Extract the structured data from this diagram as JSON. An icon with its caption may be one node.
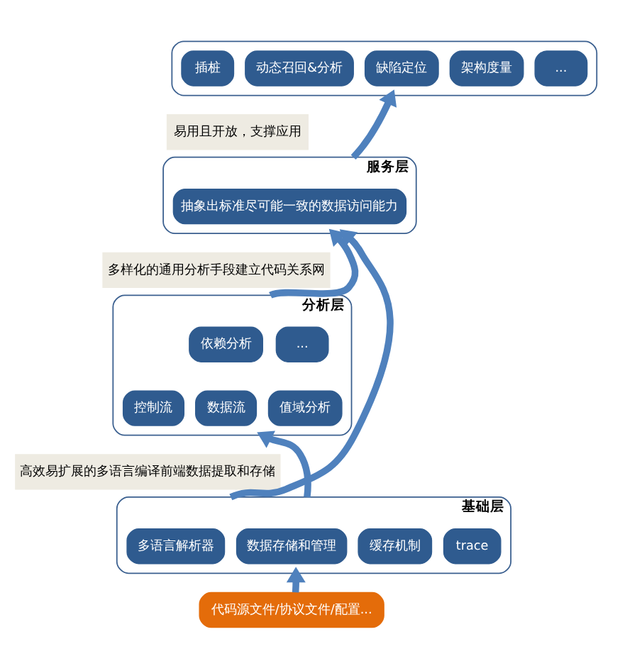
{
  "diagram": {
    "nodes": [
      {
        "text": [],
        "shape": "box"
      },
      {
        "text": [
          "插桩"
        ],
        "in": 0
      },
      {
        "text": [
          "动态召回&分析"
        ],
        "in": 0
      },
      {
        "text": [
          "缺陷定位"
        ],
        "in": 0
      },
      {
        "text": [
          "架构度量"
        ],
        "in": 0
      },
      {
        "text": [
          "..."
        ],
        "in": 0
      },
      {
        "text": [
          "易用且开放，支撑应用"
        ]
      },
      {
        "text": [
          "服务层"
        ]
      },
      {
        "text": [
          "抽象出标准尽可能一致的数据访问能力"
        ],
        "in": 7
      },
      {
        "text": [
          "多样化的通用分析手段建立代码关系网"
        ]
      },
      {
        "text": [
          "分析层"
        ]
      },
      {
        "text": [
          "依赖分析"
        ],
        "in": 10
      },
      {
        "text": [
          "..."
        ],
        "in": 10
      },
      {
        "text": [
          "控制流"
        ],
        "in": 10
      },
      {
        "text": [
          "数据流"
        ],
        "in": 10
      },
      {
        "text": [
          "值域分析"
        ],
        "in": 10
      },
      {
        "text": [
          "高效易扩展的多语言编译前端数据提取和存储"
        ]
      },
      {
        "text": [
          "基础层"
        ]
      },
      {
        "text": [
          "多语言解析器"
        ],
        "in": 17
      },
      {
        "text": [
          "数据存储和管理"
        ],
        "in": 17
      },
      {
        "text": [
          "缓存机制"
        ],
        "in": 17
      },
      {
        "text": [
          "trace"
        ],
        "in": 17
      },
      {
        "text": [
          "代码源文件/协议文件/配置..."
        ]
      }
    ],
    "edges": [
      {
        "from": 22,
        "to": 17,
        "arrow": "to"
      },
      {
        "from": 17,
        "to": 10,
        "arrow": "to"
      },
      {
        "from": 10,
        "to": 7,
        "arrow": "to"
      },
      {
        "from": 7,
        "to": 0,
        "arrow": "to"
      },
      {
        "from": 17,
        "to": 7,
        "arrow": "to"
      }
    ]
  }
}
